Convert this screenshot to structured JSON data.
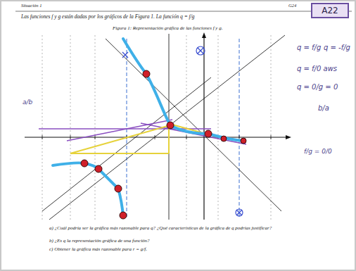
{
  "diagram": {
    "nodes": [
      {
        "text": [
          "A22"
        ]
      }
    ],
    "labels": [
      "Situación 1",
      "G24",
      "Las funciones f y g están dadas por los gráficos de la Figura 1. La función q = f/g",
      "Figura 1: Representación gráfica de las funciones f y g.",
      "q = f/g",
      "q = -f/g",
      "q = f/0 aws",
      "q = 0/g = 0",
      "b/a",
      "a/b",
      "f/g = 0/0",
      "a) ¿Cuál podría ser la gráfica más razonable para q? ¿Qué características de la gráfica de q podrías justificar?",
      "b) ¿Es q la representación gráfica de una función?",
      "c) Obtener la gráfica más razonable para r = g/f."
    ]
  }
}
